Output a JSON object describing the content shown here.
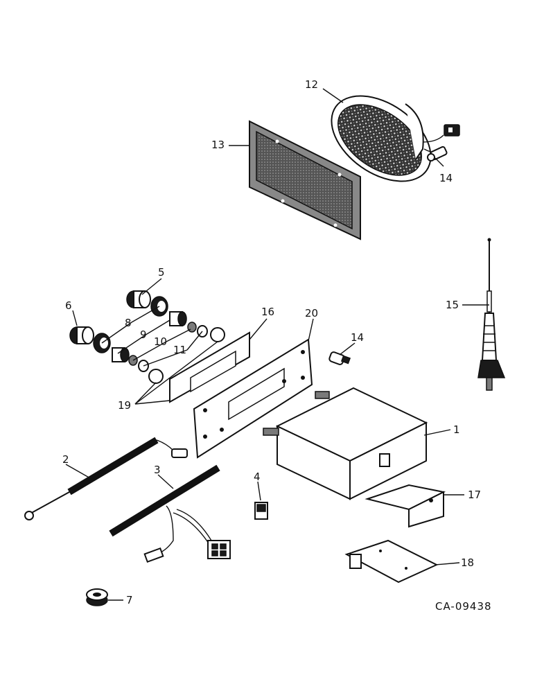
{
  "drawing_number": "CA-09438",
  "callouts": {
    "c1": "1",
    "c2": "2",
    "c3": "3",
    "c4": "4",
    "c5": "5",
    "c6": "6",
    "c7": "7",
    "c8": "8",
    "c9": "9",
    "c10": "10",
    "c11": "11",
    "c12": "12",
    "c13": "13",
    "c14a": "14",
    "c14b": "14",
    "c15": "15",
    "c16": "16",
    "c17": "17",
    "c18": "18",
    "c19": "19",
    "c20": "20"
  },
  "colors": {
    "ink": "#111111",
    "paper": "#ffffff",
    "shade": "#7a7a7a"
  }
}
